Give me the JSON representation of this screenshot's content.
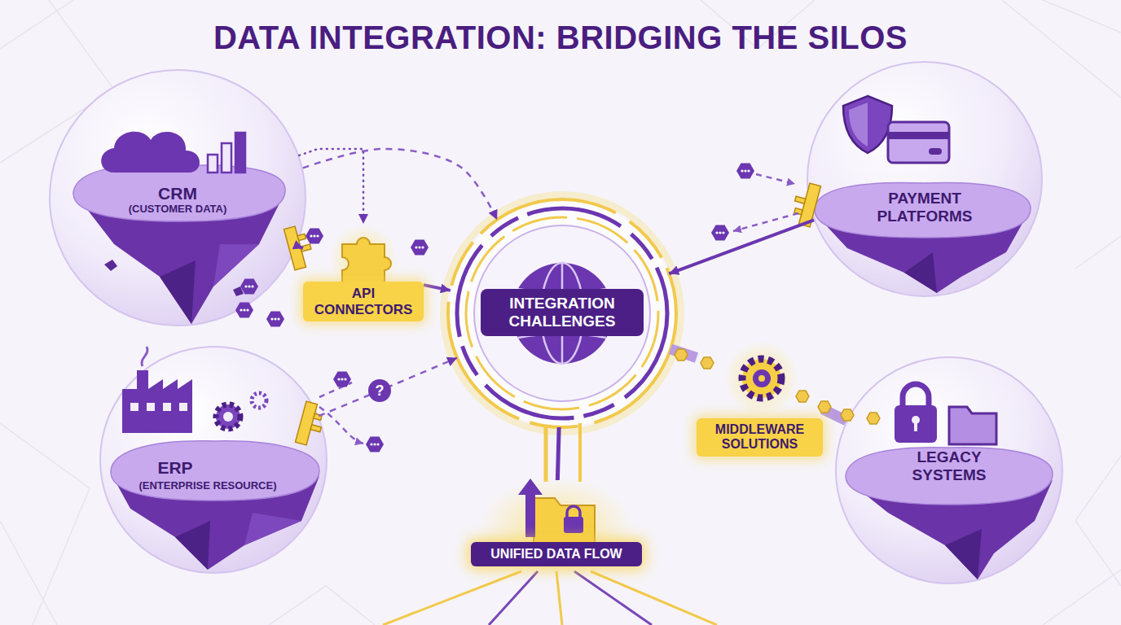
{
  "diagram": {
    "title": "DATA INTEGRATION: BRIDGING THE SILOS",
    "nodes": [
      {
        "text": [
          "CRM",
          "(CUSTOMER DATA)"
        ]
      },
      {
        "text": [
          "PAYMENT PLATFORMS"
        ]
      },
      {
        "text": [
          "API CONNECTORS"
        ]
      },
      {
        "text": [
          "INTEGRATION CHALLENGES"
        ]
      },
      {
        "text": [
          "MIDDLEWARE SOLUTIONS"
        ]
      },
      {
        "text": [
          "ERP",
          "(ENTERPRISE RESOURCE)"
        ]
      },
      {
        "text": [
          "LEGACY SYSTEMS"
        ]
      },
      {
        "text": [
          "UNIFIED DATA FLOW"
        ]
      }
    ],
    "edges": [
      {
        "from": 0,
        "to": 2,
        "arrow": "to"
      },
      {
        "from": 0,
        "to": 2,
        "arrow": "to"
      },
      {
        "from": 0,
        "to": 3,
        "arrow": "to"
      },
      {
        "from": 2,
        "to": 3,
        "arrow": "to"
      },
      {
        "from": 1,
        "to": 3,
        "arrow": "to"
      },
      {
        "from": 5,
        "to": 3,
        "arrow": "to"
      },
      {
        "from": 3,
        "to": 4,
        "arrow": "none"
      },
      {
        "from": 4,
        "to": 6,
        "arrow": "none"
      },
      {
        "from": 3,
        "to": 7,
        "arrow": "none"
      }
    ],
    "labels": [
      "?"
    ]
  }
}
